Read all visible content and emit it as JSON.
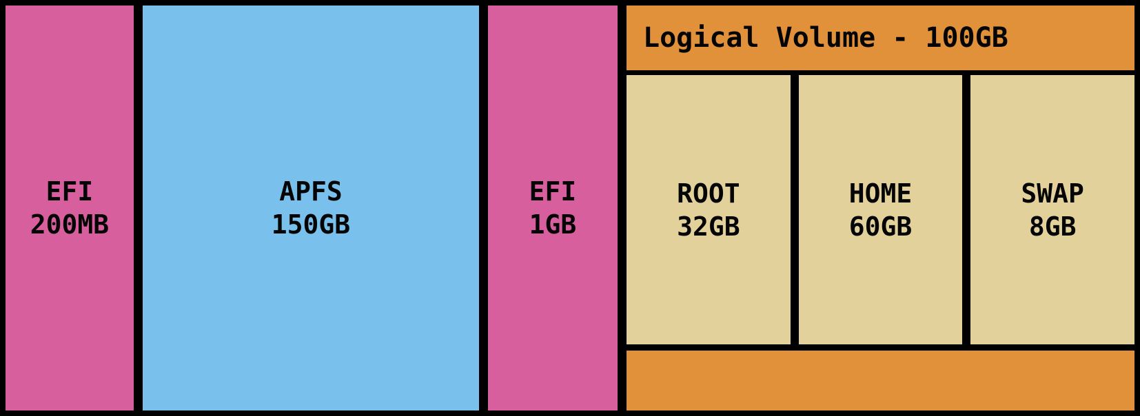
{
  "colors": {
    "background": "#000000",
    "pink": "#d75f9e",
    "blue": "#79c1ec",
    "orange": "#e0913a",
    "tan": "#e3d19c",
    "text": "#050505"
  },
  "partitions": [
    {
      "name": "EFI",
      "size": "200MB",
      "color": "pink"
    },
    {
      "name": "APFS",
      "size": "150GB",
      "color": "blue"
    },
    {
      "name": "EFI",
      "size": "1GB",
      "color": "pink"
    }
  ],
  "logical_volume": {
    "title": "Logical Volume - 100GB",
    "color": "orange",
    "volumes": [
      {
        "name": "ROOT",
        "size": "32GB"
      },
      {
        "name": "HOME",
        "size": "60GB"
      },
      {
        "name": "SWAP",
        "size": "8GB"
      }
    ]
  }
}
